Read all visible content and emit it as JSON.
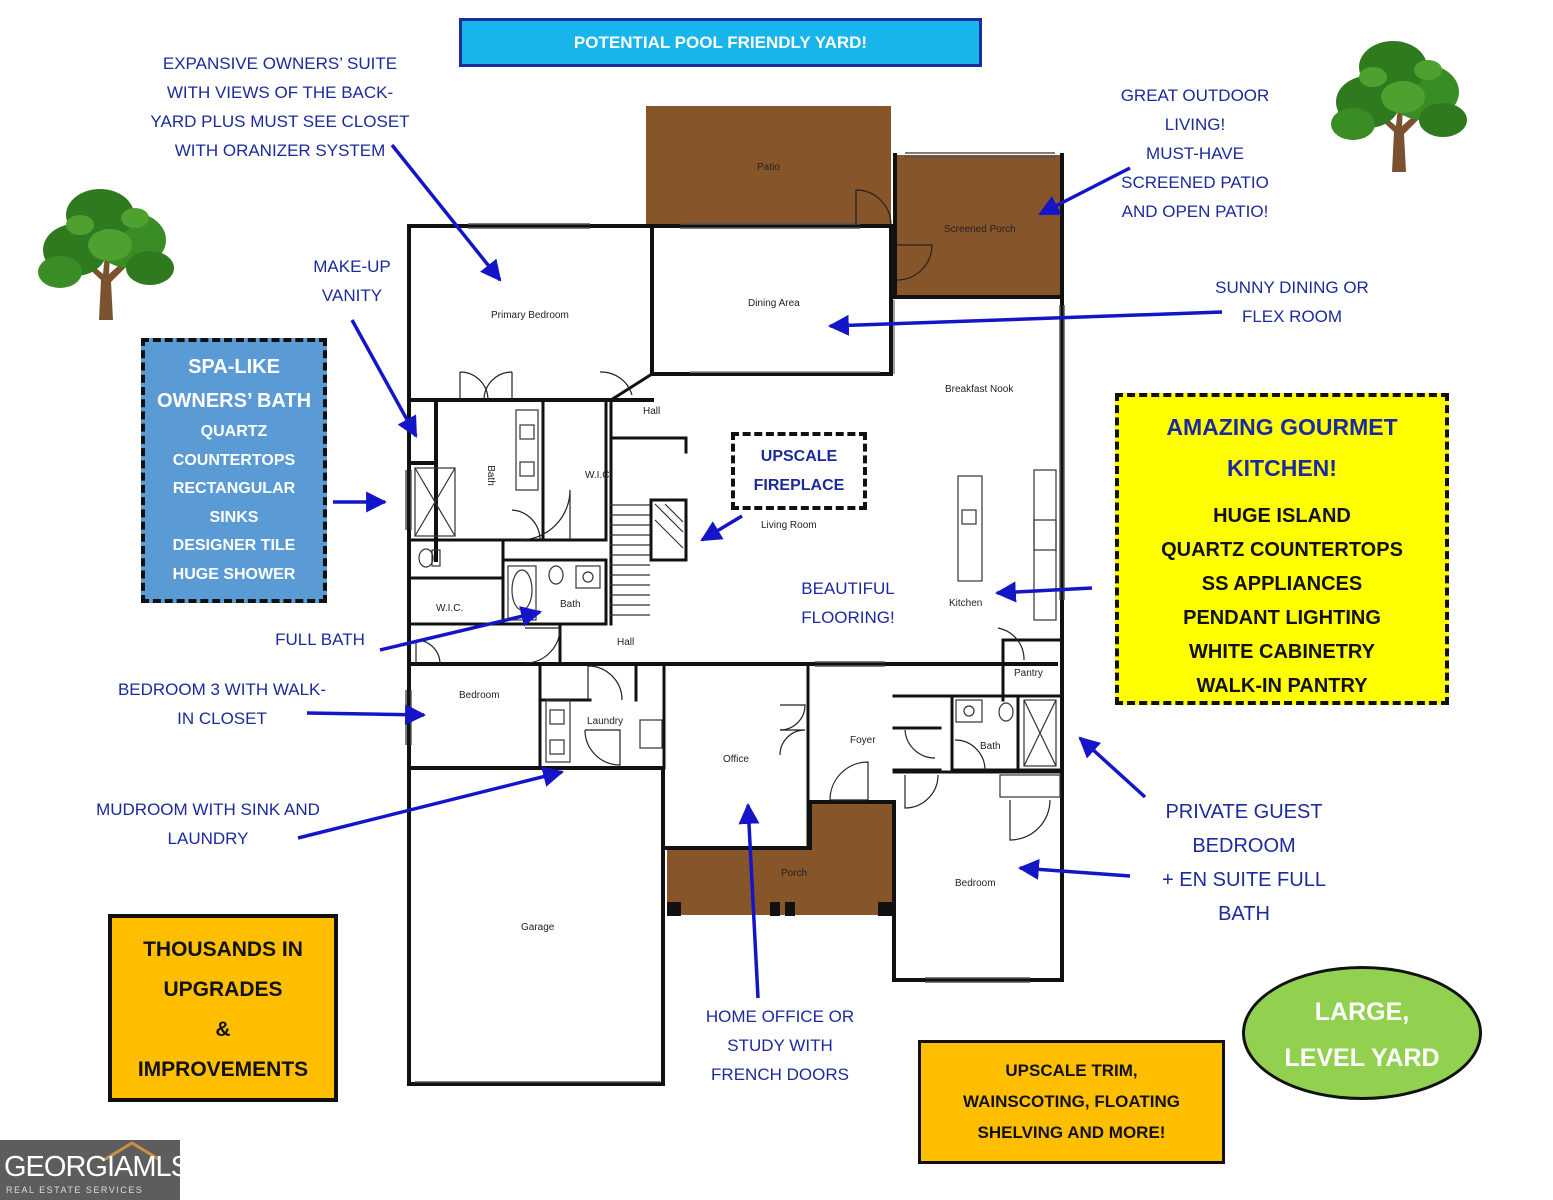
{
  "banner": "POTENTIAL POOL FRIENDLY YARD!",
  "callouts": {
    "owners_suite": [
      "EXPANSIVE OWNERS’ SUITE",
      "WITH VIEWS OF THE BACK-",
      "YARD PLUS MUST SEE CLOSET",
      "WITH ORANIZER SYSTEM"
    ],
    "outdoor": [
      "GREAT OUTDOOR",
      "LIVING!",
      "MUST-HAVE",
      "SCREENED PATIO",
      "AND OPEN PATIO!"
    ],
    "makeup": [
      "MAKE-UP",
      "VANITY"
    ],
    "dining": [
      "SUNNY DINING OR",
      "FLEX ROOM"
    ],
    "flooring": [
      "BEAUTIFUL",
      "FLOORING!"
    ],
    "full_bath": [
      "FULL BATH"
    ],
    "bedroom3": [
      "BEDROOM 3 WITH WALK-",
      "IN CLOSET"
    ],
    "mudroom": [
      "MUDROOM WITH SINK AND",
      "LAUNDRY"
    ],
    "guest": [
      "PRIVATE GUEST",
      "BEDROOM",
      "+ EN SUITE FULL",
      "BATH"
    ],
    "office": [
      "HOME OFFICE OR",
      "STUDY WITH",
      "FRENCH DOORS"
    ]
  },
  "spa": {
    "title": [
      "SPA-LIKE",
      "OWNERS’ BATH"
    ],
    "features": [
      "QUARTZ",
      "COUNTERTOPS",
      "RECTANGULAR",
      "SINKS",
      "DESIGNER TILE",
      "HUGE SHOWER"
    ]
  },
  "kitchen": {
    "title": [
      "AMAZING GOURMET",
      "KITCHEN!"
    ],
    "features": [
      "HUGE ISLAND",
      "QUARTZ COUNTERTOPS",
      "SS APPLIANCES",
      "PENDANT LIGHTING",
      "WHITE CABINETRY",
      "WALK-IN PANTRY"
    ]
  },
  "fireplace": [
    "UPSCALE",
    "FIREPLACE"
  ],
  "upgrades": [
    "THOUSANDS IN",
    "UPGRADES",
    "&",
    "IMPROVEMENTS"
  ],
  "trim": [
    "UPSCALE TRIM,",
    "WAINSCOTING, FLOATING",
    "SHELVING AND MORE!"
  ],
  "yard": [
    "LARGE,",
    "LEVEL YARD"
  ],
  "rooms": {
    "patio": "Patio",
    "screened_porch": "Screened Porch",
    "primary_bedroom": "Primary Bedroom",
    "dining_area": "Dining Area",
    "breakfast_nook": "Breakfast Nook",
    "hall_top": "Hall",
    "bath_primary": "Bath",
    "wic_primary": "W.I.C.",
    "living_room": "Living Room",
    "wic_small": "W.I.C.",
    "bath_hall": "Bath",
    "kitchen": "Kitchen",
    "hall_bottom": "Hall",
    "pantry": "Pantry",
    "bedroom_left": "Bedroom",
    "laundry": "Laundry",
    "office": "Office",
    "foyer": "Foyer",
    "bath_guest": "Bath",
    "porch": "Porch",
    "garage": "Garage",
    "bedroom_right": "Bedroom"
  },
  "logo": {
    "word": "GEORGIAMLS",
    "sub": "REAL ESTATE SERVICES"
  },
  "colors": {
    "navy": "#1b2a9c",
    "deck_brown": "#87552a",
    "banner_blue": "#18b4ec",
    "kitchen_yellow": "#ffff00",
    "amber": "#ffbf00",
    "yard_green": "#92d050",
    "spa_blue": "#5b9bd5"
  }
}
